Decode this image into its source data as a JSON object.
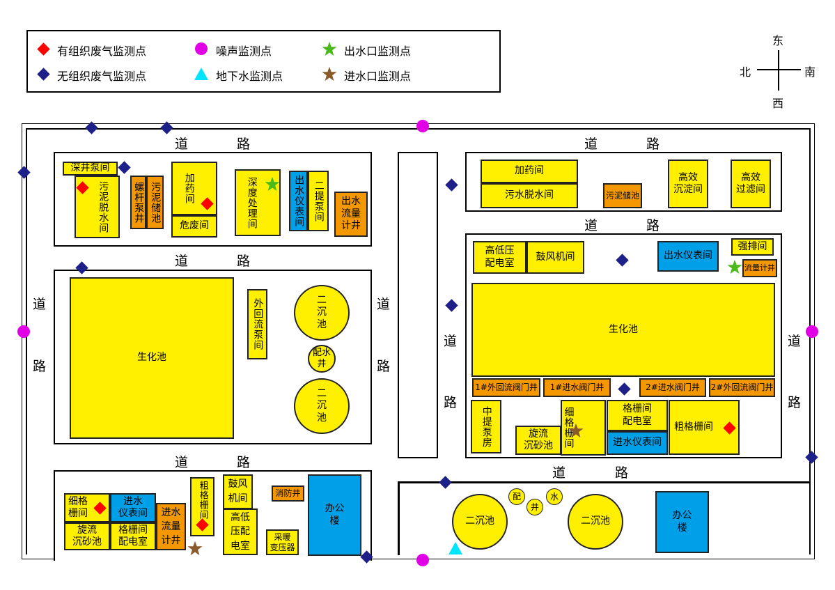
{
  "legend": {
    "organized_gas": "有组织废气监测点",
    "noise": "噪声监测点",
    "outlet": "出水口监测点",
    "unorganized_gas": "无组织废气监测点",
    "groundwater": "地下水监测点",
    "inlet": "进水口监测点"
  },
  "compass": {
    "east": "东",
    "north": "北",
    "south": "南",
    "west": "西"
  },
  "road": {
    "dao": "道",
    "lu": "路"
  },
  "colors": {
    "building": "#fff000",
    "well": "#f39800",
    "instrument": "#00a0e9",
    "organized_gas": "#ff0000",
    "unorganized_gas": "#1d2088",
    "noise": "#e100e6",
    "outlet": "#4cb91a",
    "inlet": "#8b5a2b",
    "groundwater": "#00e5ff"
  },
  "left": {
    "a": [
      "深井泵间",
      "污泥脱水间",
      "螺杆泵井",
      "污泥储池",
      "加药间",
      "危废间",
      "深度处理间",
      "出水仪表间",
      "二提泵间",
      "出水\n流量\n计井"
    ],
    "b": [
      "生化池",
      "外回流泵间",
      "二\n沉\n池",
      "配水\n井",
      "二\n沉\n池"
    ],
    "c": [
      "细格\n栅间",
      "进水\n仪表间",
      "旋流\n沉砂池",
      "格栅间\n配电室",
      "进水\n流量\n计井",
      "粗格栅间",
      "鼓风\n机间",
      "高低\n压配\n电室",
      "消防井",
      "采暖\n变压器",
      "办公\n楼"
    ]
  },
  "right": {
    "a": [
      "加药间",
      "污水脱水间",
      "污泥储池",
      "高效\n沉淀间",
      "高效\n过滤间"
    ],
    "b": [
      "高低压\n配电室",
      "鼓风机间",
      "出水仪表间",
      "强排间",
      "流量计井",
      "生化池",
      "1#外回流阀门井",
      "1#进水阀门井",
      "2#进水阀门井",
      "2#外回流阀门井",
      "中提泵房",
      "旋流\n沉砂池",
      "细格栅间",
      "格栅间\n配电室",
      "进水仪表间",
      "粗格栅间"
    ],
    "c": [
      "二沉池",
      "配",
      "井",
      "水",
      "二沉池",
      "办公\n楼"
    ]
  }
}
